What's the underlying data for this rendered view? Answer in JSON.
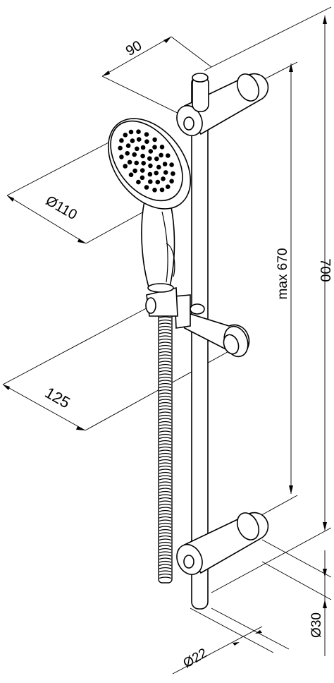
{
  "dimensions": {
    "head_diameter": "Ø110",
    "bracket_depth": "90",
    "holder_reach": "125",
    "adjust_range": "max 670",
    "rail_length": "700",
    "rail_diameter": "Ø22",
    "bracket_diameter": "Ø30"
  },
  "colors": {
    "line": "#000000",
    "background": "#ffffff"
  }
}
